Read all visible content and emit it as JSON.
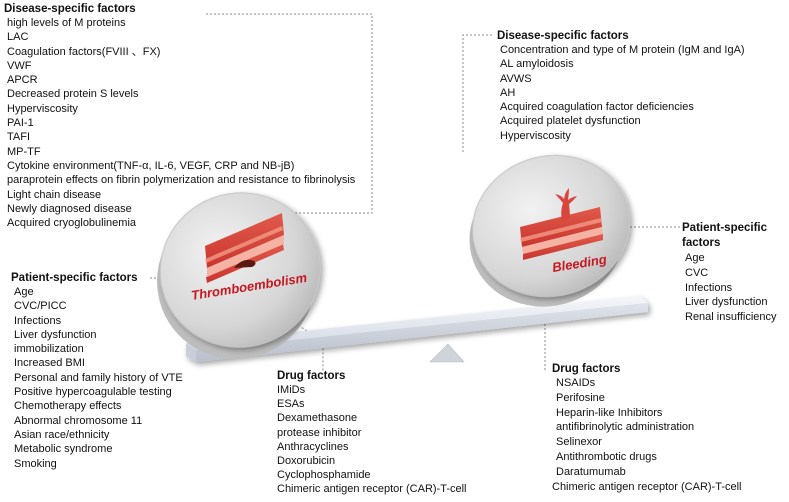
{
  "thrombo": {
    "label": "Thromboembolism",
    "disease": {
      "title": "Disease-specific factors",
      "items": [
        "high levels of M proteins",
        "LAC",
        "Coagulation factors(FVIII 、FX)",
        "VWF",
        "APCR",
        "Decreased protein S levels",
        "Hyperviscosity",
        "PAI-1",
        "TAFI",
        "MP-TF",
        "Cytokine environment(TNF-α, IL-6, VEGF, CRP and NB-jB)",
        "paraprotein effects on fibrin polymerization and resistance to fibrinolysis",
        "Light chain disease",
        "Newly diagnosed disease",
        "Acquired cryoglobulinemia"
      ]
    },
    "patient": {
      "title": "Patient-specific factors",
      "items": [
        "Age",
        "CVC/PICC",
        "Infections",
        "Liver dysfunction",
        "immobilization",
        "Increased BMI",
        "Personal and family history of VTE",
        "Positive hypercoagulable testing",
        "Chemotherapy effects",
        "Abnormal chromosome 11",
        "Asian race/ethnicity",
        "Metabolic syndrome",
        "Smoking"
      ]
    },
    "drug": {
      "title": "Drug factors",
      "items": [
        "IMiDs",
        "ESAs",
        "Dexamethasone",
        "protease inhibitor",
        "Anthracyclines",
        "Doxorubicin",
        "Cyclophosphamide",
        "Chimeric antigen receptor (CAR)-T-cell"
      ]
    }
  },
  "bleeding": {
    "label": "Bleeding",
    "disease": {
      "title": "Disease-specific factors",
      "items": [
        "Concentration and type of M protein (IgM and IgA)",
        "AL amyloidosis",
        "AVWS",
        "AH",
        "Acquired coagulation factor deficiencies",
        "Acquired platelet dysfunction",
        "Hyperviscosity"
      ]
    },
    "patient": {
      "title": "Patient-specific factors",
      "items": [
        "Age",
        "CVC",
        "Infections",
        "Liver dysfunction",
        "Renal insufficiency"
      ]
    },
    "drug": {
      "title": "Drug factors",
      "items": [
        "NSAIDs",
        "Perifosine",
        "Heparin-like Inhibitors",
        "antifibrinolytic administration",
        "Selinexor",
        "Antithrombotic drugs",
        "Daratumumab",
        "Chimeric antigen receptor (CAR)-T-cell"
      ]
    }
  },
  "colors": {
    "label_red": "#c8171e",
    "vessel_red": "#d9453c",
    "vessel_inner": "#f08a73",
    "clot": "#5a1a12",
    "disc_gray": "#d9d9d9",
    "beam_gray": "#e4e7ee",
    "connector": "#8a8a8a"
  }
}
